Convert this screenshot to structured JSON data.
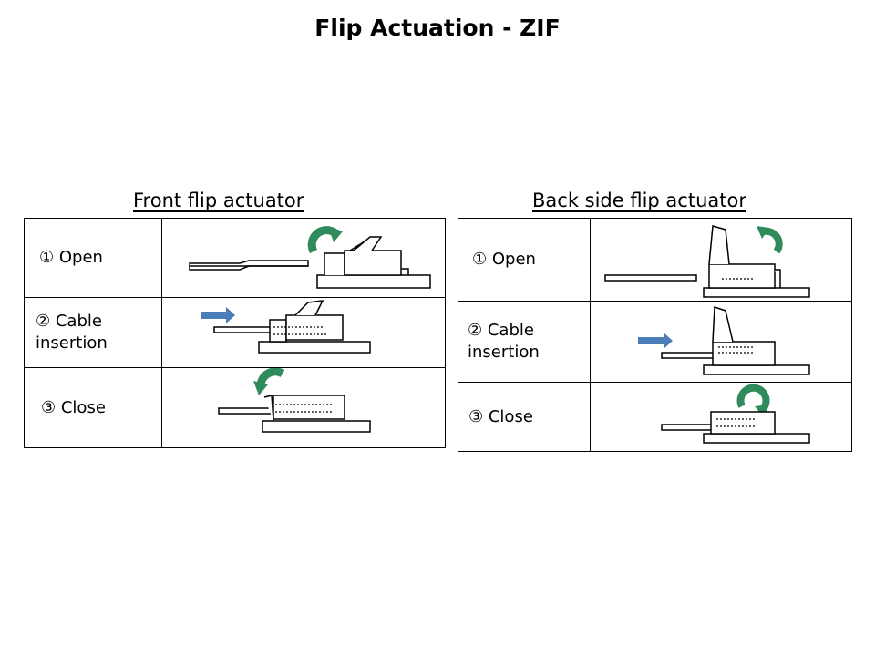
{
  "title": "Flip Actuation - ZIF",
  "colors": {
    "arrow_green": "#2f8a5c",
    "arrow_blue": "#4a7db8",
    "line": "#000000"
  },
  "panels": [
    {
      "heading": "Front flip actuator",
      "steps": [
        {
          "label": "① Open"
        },
        {
          "label": "② Cable insertion"
        },
        {
          "label": "③ Close"
        }
      ]
    },
    {
      "heading": "Back side flip actuator",
      "steps": [
        {
          "label": "① Open"
        },
        {
          "label": "② Cable insertion"
        },
        {
          "label": "③ Close"
        }
      ]
    }
  ]
}
